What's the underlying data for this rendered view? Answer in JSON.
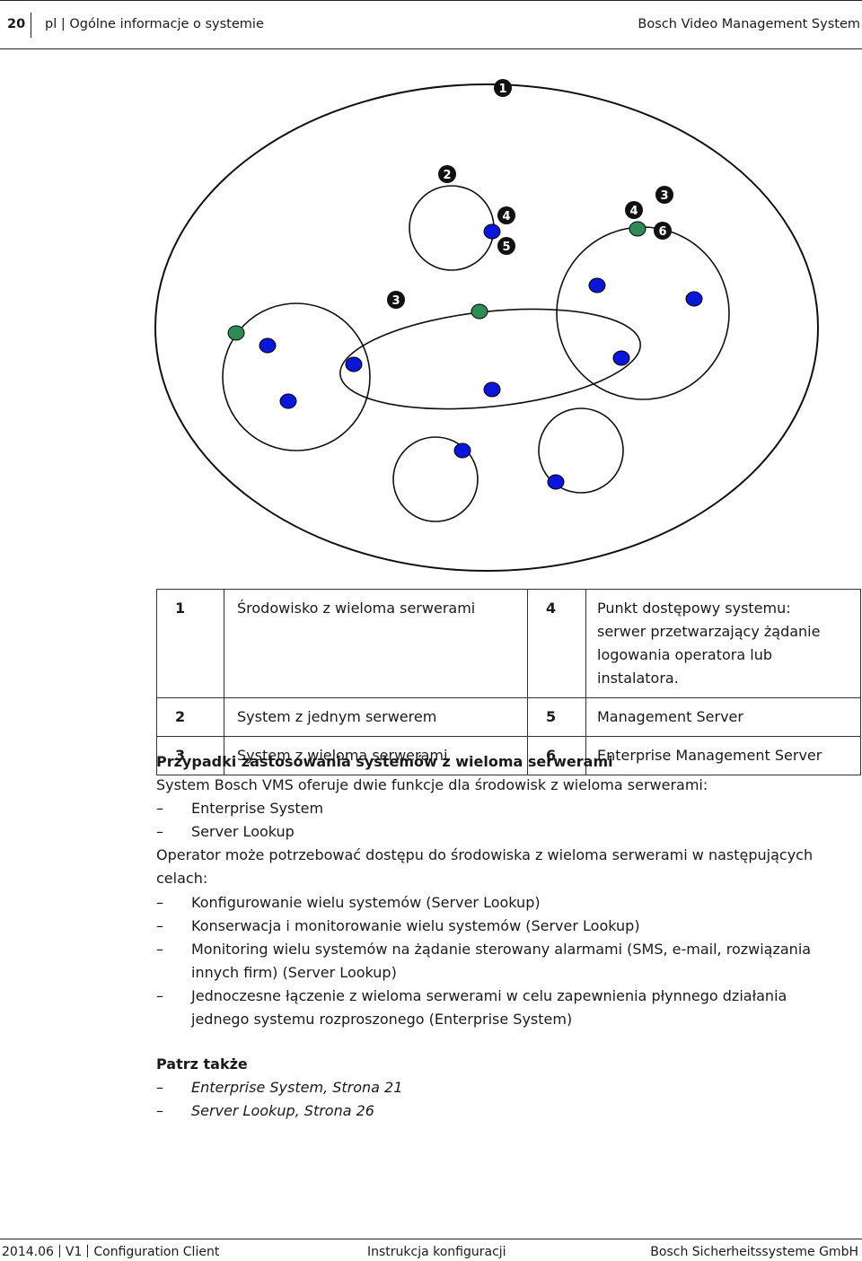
{
  "header": {
    "page_number": "20",
    "section": "pl | Ogólne informacje o systemie",
    "product": "Bosch Video Management System"
  },
  "diagram": {
    "markers": [
      "1",
      "2",
      "3",
      "4",
      "5",
      "6"
    ],
    "colors": {
      "server": "#0a16d8",
      "access_point": "#2e8b57",
      "line": "#111111"
    }
  },
  "legend": {
    "rows": [
      {
        "n1": "1",
        "t1": "Środowisko z wieloma serwerami",
        "n2": "4",
        "t2": [
          "Punkt dostępowy systemu:",
          "serwer przetwarzający żądanie",
          "logowania operatora lub instalatora."
        ]
      },
      {
        "n1": "2",
        "t1": "System z jednym serwerem",
        "n2": "5",
        "t2": [
          "Management Server"
        ]
      },
      {
        "n1": "3",
        "t1": "System z wieloma serwerami",
        "n2": "6",
        "t2": [
          "Enterprise Management Server"
        ]
      }
    ]
  },
  "content": {
    "heading": "Przypadki zastosowania systemów z wieloma serwerami",
    "intro": "System Bosch VMS oferuje dwie funkcje dla środowisk z wieloma serwerami:",
    "features": [
      "Enterprise System",
      "Server Lookup"
    ],
    "purpose": "Operator może potrzebować dostępu do środowiska z wieloma serwerami w następujących celach:",
    "purposes": [
      "Konfigurowanie wielu systemów (Server Lookup)",
      "Konserwacja i monitorowanie wielu systemów (Server Lookup)",
      "Monitoring wielu systemów na żądanie sterowany alarmami (SMS, e-mail, rozwiązania innych firm) (Server Lookup)",
      "Jednoczesne łączenie z wieloma serwerami w celu zapewnienia płynnego działania jednego systemu rozproszonego (Enterprise System)"
    ],
    "see_also_heading": "Patrz także",
    "see_also": [
      "Enterprise System, Strona 21",
      "Server Lookup, Strona 26"
    ]
  },
  "footer": {
    "left_date": "2014.06",
    "left_version": "V1",
    "left_doc": "Configuration Client",
    "middle": "Instrukcja konfiguracji",
    "right": "Bosch Sicherheitssysteme GmbH"
  }
}
